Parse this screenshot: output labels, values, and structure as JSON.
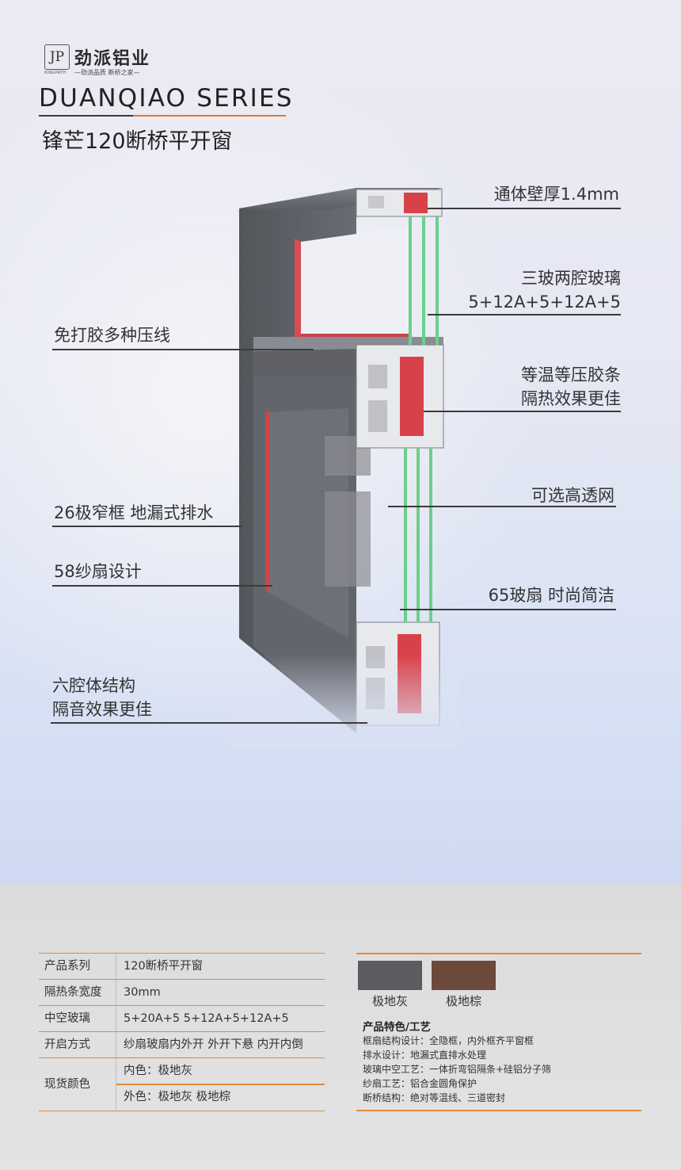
{
  "brand": {
    "name": "劲派铝业",
    "slogan": "—劲派品质 断桥之家—",
    "sub": "KINGPATH",
    "mark": "JP"
  },
  "series": "DUANQIAO SERIES",
  "product_title": "锋芒120断桥平开窗",
  "callouts": {
    "wall": "通体壁厚1.4mm",
    "glass_1": "三玻两腔玻璃",
    "glass_2": "5+12A+5+12A+5",
    "bead": "免打胶多种压线",
    "gasket_1": "等温等压胶条",
    "gasket_2": "隔热效果更佳",
    "screen": "可选高透网",
    "frame": "26极窄框 地漏式排水",
    "sash": "58纱扇设计",
    "glass_sash": "65玻扇 时尚简洁",
    "cavity_1": "六腔体结构",
    "cavity_2": "隔音效果更佳"
  },
  "specs": {
    "rows": [
      {
        "key": "产品系列",
        "value": "120断桥平开窗"
      },
      {
        "key": "隔热条宽度",
        "value": "30mm"
      },
      {
        "key": "中空玻璃",
        "value": "5+20A+5  5+12A+5+12A+5"
      },
      {
        "key": "开启方式",
        "value": "纱扇玻扇内外开  外开下悬  内开内倒"
      }
    ],
    "color_key": "现货颜色",
    "color_inner": "内色：极地灰",
    "color_outer": "外色：极地灰  极地棕"
  },
  "swatches": [
    {
      "label": "极地灰",
      "color": "#5b5c5f"
    },
    {
      "label": "极地棕",
      "color": "#6b4a3c"
    }
  ],
  "features": {
    "title": "产品特色/工艺",
    "items": [
      "框扇结构设计：全隐框，内外框齐平窗框",
      "排水设计：地漏式直排水处理",
      "玻璃中空工艺：一体折弯铝隔条+硅铝分子筛",
      "纱扇工艺：铝合金圆角保护",
      "断桥结构：绝对等温线、三道密封"
    ]
  },
  "colors": {
    "accent": "#e08a3c",
    "profile": "#5d5f66",
    "thermal_strip": "#d9414a",
    "glass": "#6ccf8a"
  }
}
